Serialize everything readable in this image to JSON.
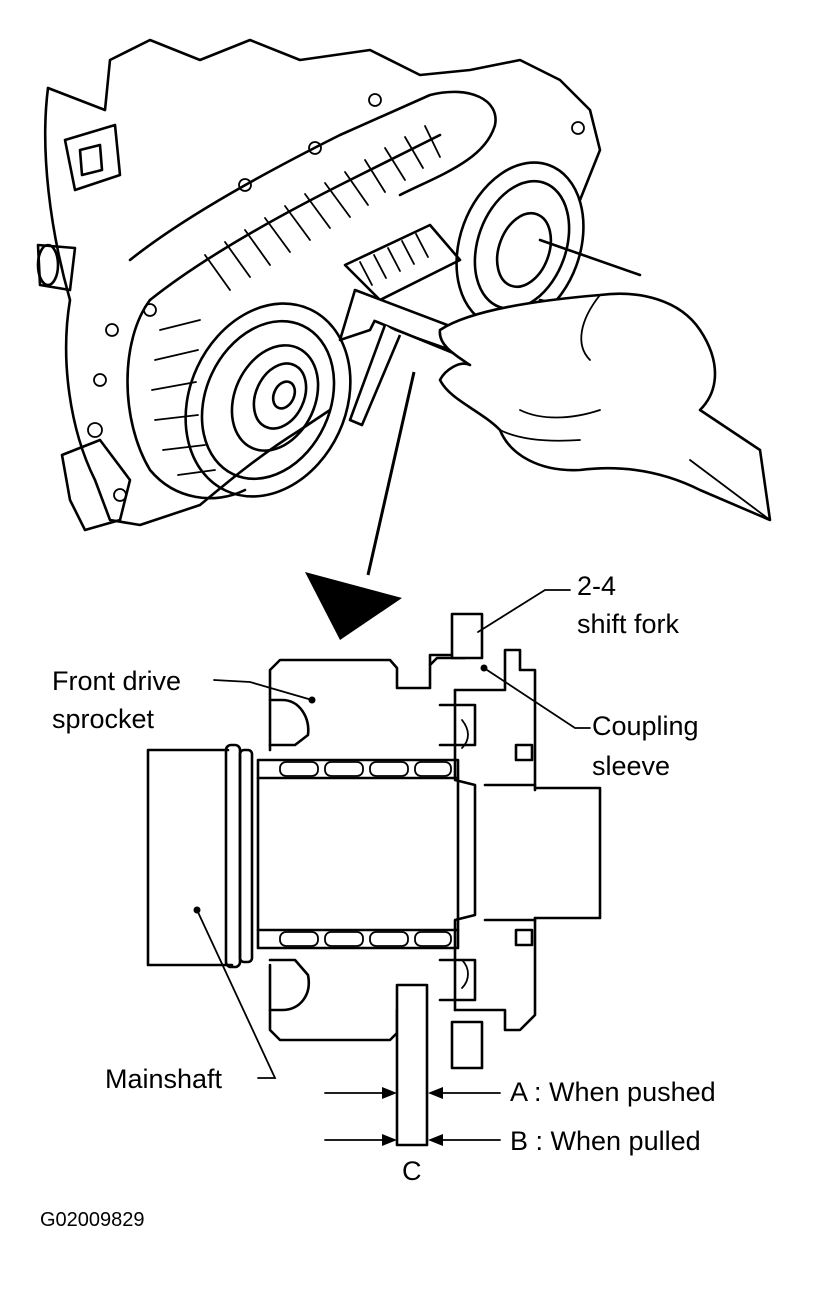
{
  "labels": {
    "shift_fork_line1": "2-4",
    "shift_fork_line2": "shift  fork",
    "front_drive_line1": "Front drive",
    "front_drive_line2": "sprocket",
    "coupling_line1": "Coupling",
    "coupling_line2": "sleeve",
    "mainshaft": "Mainshaft",
    "a_when_pushed": "A  :  When  pushed",
    "b_when_pulled": "B  :  When  pulled",
    "c": "C"
  },
  "figure_code": "G02009829",
  "colors": {
    "ink": "#000000",
    "paper": "#ffffff"
  }
}
